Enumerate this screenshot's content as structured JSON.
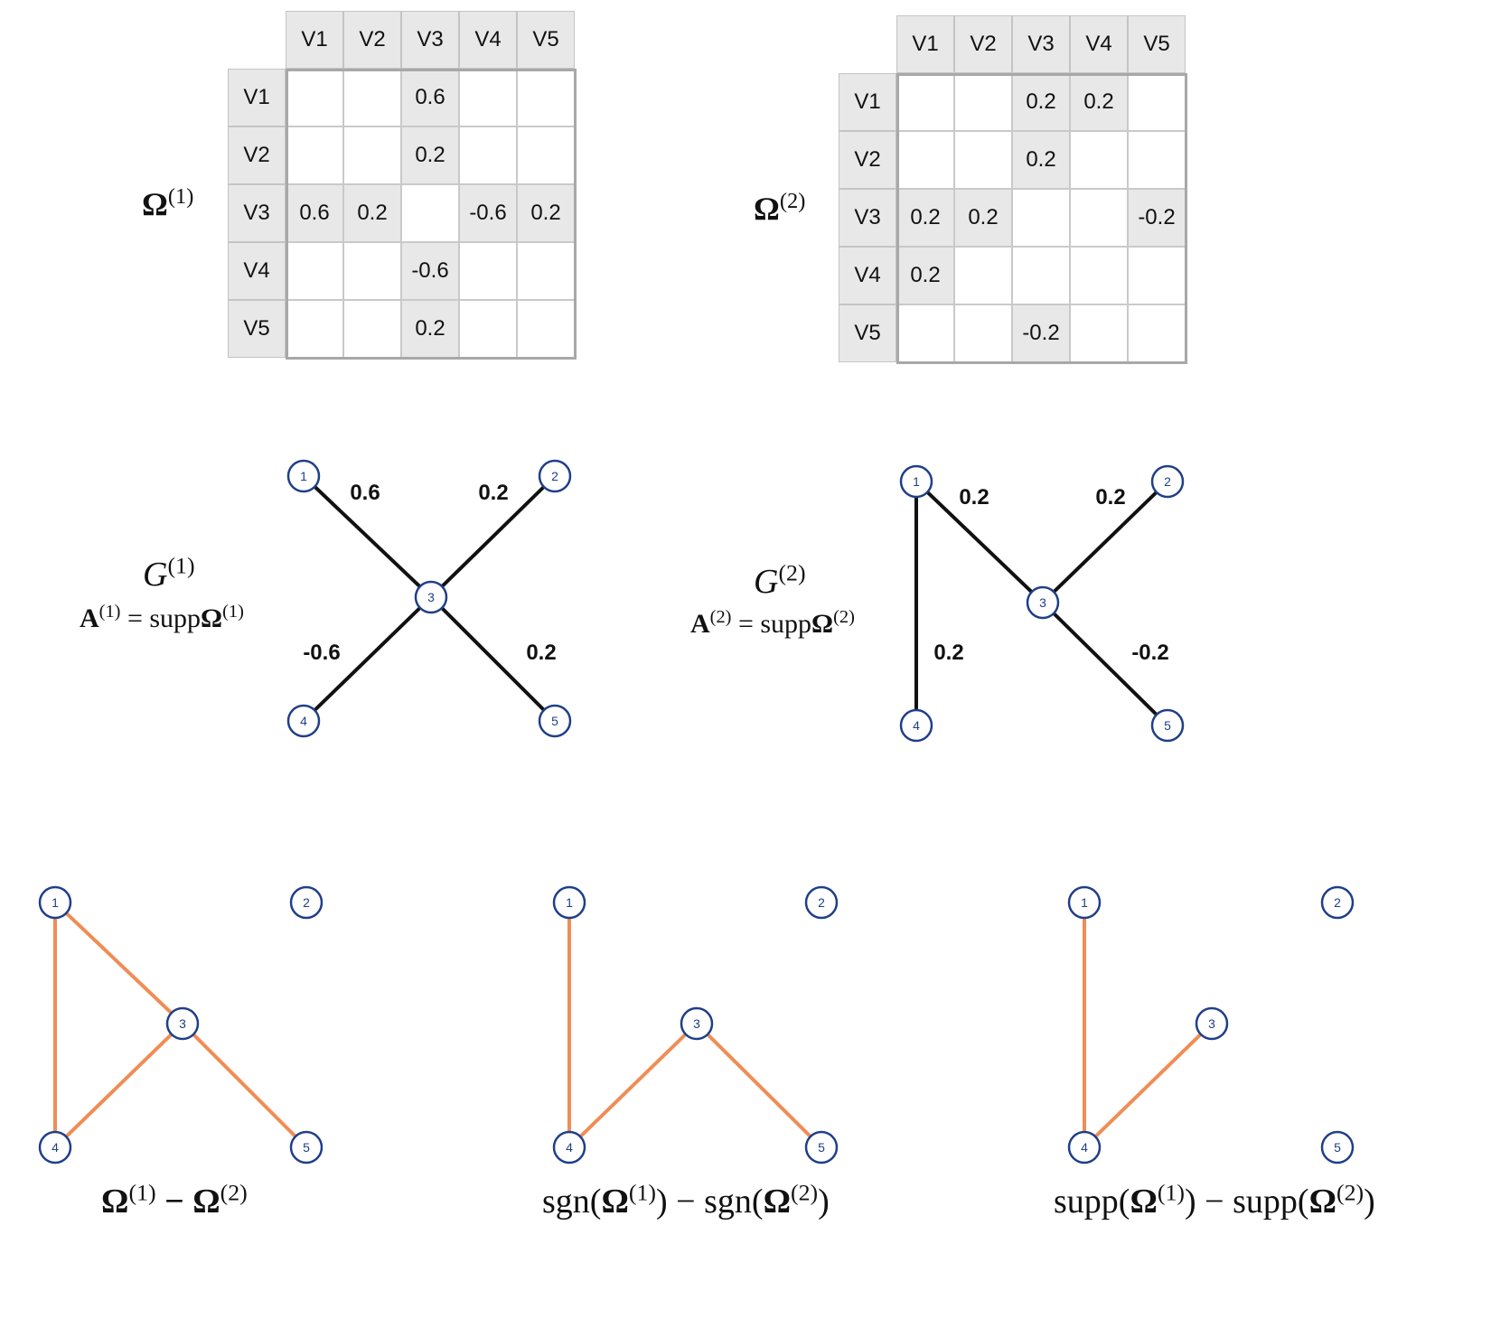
{
  "colors": {
    "node_stroke": "#1f3f88",
    "black_edge": "#111111",
    "orange_edge": "#ef8d55",
    "header_fill": "#e8e8e8",
    "filled_cell": "#e8e8e8"
  },
  "matrices": [
    {
      "id": "omega1",
      "label": {
        "symbol": "Ω",
        "superscript": "(1)"
      },
      "col_headers": [
        "V1",
        "V2",
        "V3",
        "V4",
        "V5"
      ],
      "row_headers": [
        "V1",
        "V2",
        "V3",
        "V4",
        "V5"
      ],
      "cells": [
        [
          "",
          "",
          "0.6",
          "",
          ""
        ],
        [
          "",
          "",
          "0.2",
          "",
          ""
        ],
        [
          "0.6",
          "0.2",
          "",
          "-0.6",
          "0.2"
        ],
        [
          "",
          "",
          "-0.6",
          "",
          ""
        ],
        [
          "",
          "",
          "0.2",
          "",
          ""
        ]
      ]
    },
    {
      "id": "omega2",
      "label": {
        "symbol": "Ω",
        "superscript": "(2)"
      },
      "col_headers": [
        "V1",
        "V2",
        "V3",
        "V4",
        "V5"
      ],
      "row_headers": [
        "V1",
        "V2",
        "V3",
        "V4",
        "V5"
      ],
      "cells": [
        [
          "",
          "",
          "0.2",
          "0.2",
          ""
        ],
        [
          "",
          "",
          "0.2",
          "",
          ""
        ],
        [
          "0.2",
          "0.2",
          "",
          "",
          "-0.2"
        ],
        [
          "0.2",
          "",
          "",
          "",
          ""
        ],
        [
          "",
          "",
          "-0.2",
          "",
          ""
        ]
      ]
    }
  ],
  "graphs": [
    {
      "id": "g1",
      "title": {
        "symbol": "G",
        "superscript": "(1)"
      },
      "subtitle": {
        "lhs": "A",
        "lhs_sup": "(1)",
        "eq": " = supp",
        "rhs": "Ω",
        "rhs_sup": "(1)"
      },
      "node_labels": [
        "1",
        "2",
        "3",
        "4",
        "5"
      ],
      "edges": [
        {
          "from": "1",
          "to": "3",
          "weight": "0.6"
        },
        {
          "from": "2",
          "to": "3",
          "weight": "0.2"
        },
        {
          "from": "4",
          "to": "3",
          "weight": "-0.6"
        },
        {
          "from": "5",
          "to": "3",
          "weight": "0.2"
        }
      ]
    },
    {
      "id": "g2",
      "title": {
        "symbol": "G",
        "superscript": "(2)"
      },
      "subtitle": {
        "lhs": "A",
        "lhs_sup": "(2)",
        "eq": " = supp",
        "rhs": "Ω",
        "rhs_sup": "(2)"
      },
      "node_labels": [
        "1",
        "2",
        "3",
        "4",
        "5"
      ],
      "edges": [
        {
          "from": "1",
          "to": "3",
          "weight": "0.2"
        },
        {
          "from": "2",
          "to": "3",
          "weight": "0.2"
        },
        {
          "from": "1",
          "to": "4",
          "weight": "0.2"
        },
        {
          "from": "5",
          "to": "3",
          "weight": "-0.2"
        }
      ]
    }
  ],
  "diff_graphs": [
    {
      "id": "d1",
      "caption": {
        "a": "Ω",
        "a_sup": "(1)",
        "op": " − ",
        "b": "Ω",
        "b_sup": "(2)",
        "pre_a": "",
        "mid_a": "",
        "pre_b": "",
        "post_b": ""
      },
      "node_labels": [
        "1",
        "2",
        "3",
        "4",
        "5"
      ],
      "edges": [
        [
          "1",
          "3"
        ],
        [
          "1",
          "4"
        ],
        [
          "3",
          "4"
        ],
        [
          "3",
          "5"
        ]
      ]
    },
    {
      "id": "d2",
      "caption": {
        "pre_a": "sgn(",
        "a": "Ω",
        "a_sup": "(1)",
        "mid_a": ")",
        "op": " − ",
        "pre_b": "sgn(",
        "b": "Ω",
        "b_sup": "(2)",
        "post_b": ")"
      },
      "node_labels": [
        "1",
        "2",
        "3",
        "4",
        "5"
      ],
      "edges": [
        [
          "1",
          "4"
        ],
        [
          "3",
          "4"
        ],
        [
          "3",
          "5"
        ]
      ]
    },
    {
      "id": "d3",
      "caption": {
        "pre_a": "supp(",
        "a": "Ω",
        "a_sup": "(1)",
        "mid_a": ")",
        "op": " − ",
        "pre_b": "supp(",
        "b": "Ω",
        "b_sup": "(2)",
        "post_b": ")"
      },
      "node_labels": [
        "1",
        "2",
        "3",
        "4",
        "5"
      ],
      "edges": [
        [
          "1",
          "4"
        ],
        [
          "3",
          "4"
        ]
      ]
    }
  ]
}
